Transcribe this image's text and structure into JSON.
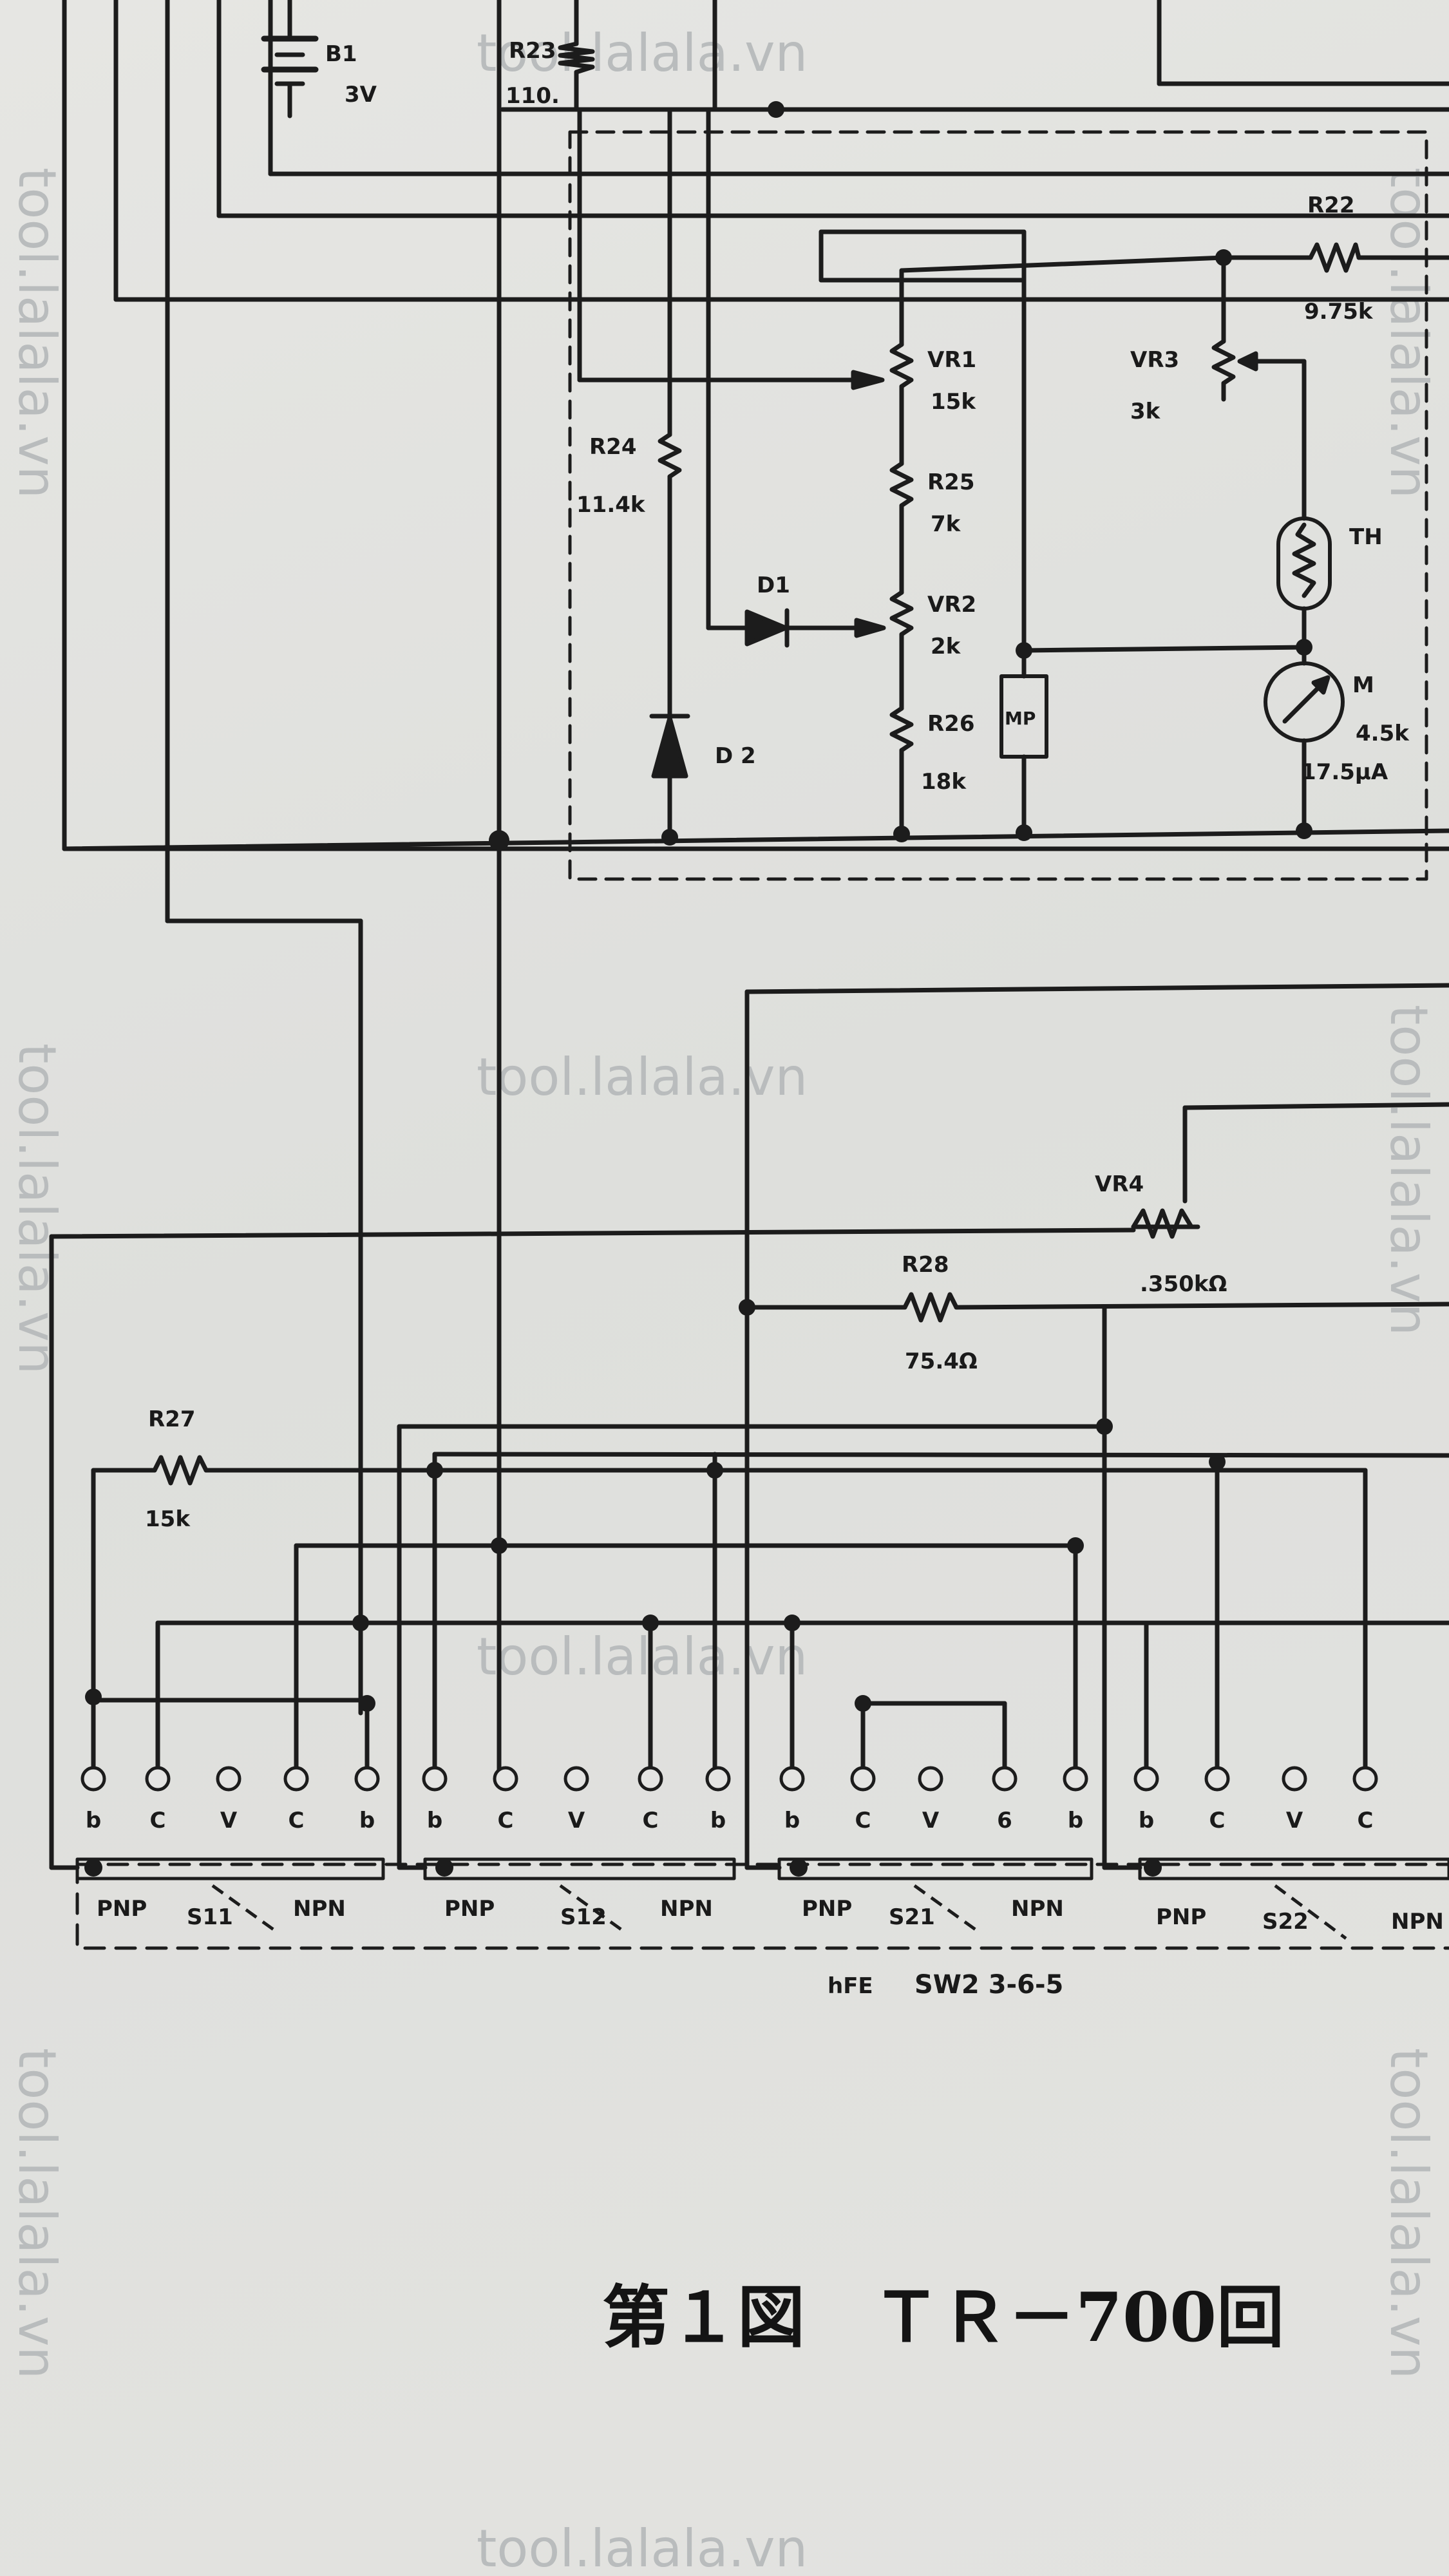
{
  "labels": {
    "b1": "B1",
    "b1_value": "3V",
    "r23": "R23",
    "r23_value": "110.",
    "r22": "R22",
    "r22_value": "9.75k",
    "vr3": "VR3",
    "vr3_value": "3k",
    "vr1": "VR1",
    "vr1_value": "15k",
    "r25": "R25",
    "r25_value": "7k",
    "r24": "R24",
    "r24_value": "11.4k",
    "d1": "D1",
    "vr2": "VR2",
    "vr2_value": "2k",
    "th": "TH",
    "m": "M",
    "m_value_1": "4.5k",
    "m_value_2": "17.5μA",
    "mp": "MP",
    "r26": "R26",
    "r26_value": "18k",
    "d2": "D 2",
    "vr4": "VR4",
    "vr4_value": ".350kΩ",
    "r28": "R28",
    "r28_value": "75.4Ω",
    "r27": "R27",
    "r27_value": "15k"
  },
  "terminal_letters": [
    "b",
    "C",
    "V",
    "C",
    "b",
    "b",
    "C",
    "V",
    "C",
    "b",
    "b",
    "C",
    "V",
    "6",
    "b",
    "b",
    "C",
    "V",
    "C"
  ],
  "switches": {
    "s11": {
      "name": "S11",
      "left": "PNP",
      "right": "NPN"
    },
    "s12": {
      "name": "S12",
      "left": "PNP",
      "right": "NPN"
    },
    "s21": {
      "name": "S21",
      "left": "PNP",
      "right": "NPN"
    },
    "s22": {
      "name": "S22",
      "left": "PNP",
      "right": "NPN"
    }
  },
  "hfe_label": "hFE",
  "sw_label": "SW2 3-6-5",
  "figure_title": "第１図　ＴＲ－700回",
  "watermark": "tool.lalala.vn",
  "colors": {
    "ink": "#1c1c1c",
    "paper": "#e4e4e2",
    "watermark": "#b9bcbd"
  }
}
